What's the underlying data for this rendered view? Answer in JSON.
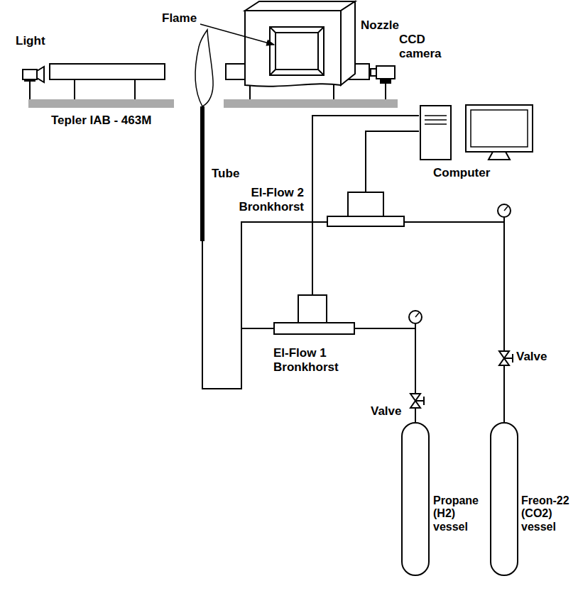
{
  "diagram": {
    "nodes": [
      {
        "text": [
          "Computer"
        ]
      },
      {
        "text": [
          "El-Flow 2 Bronkhorst"
        ]
      },
      {
        "text": [
          "El-Flow 1 Bronkhorst"
        ]
      },
      {
        "text": [
          "Propane (H2) vessel"
        ]
      },
      {
        "text": [
          "Freon-22 (CO2) vessel"
        ]
      }
    ],
    "edges": [
      {
        "from": 0,
        "to": 1,
        "arrow": "none"
      },
      {
        "from": 0,
        "to": 2,
        "arrow": "none"
      },
      {
        "from": 3,
        "to": 2,
        "arrow": "none"
      },
      {
        "from": 4,
        "to": 1,
        "arrow": "none"
      }
    ],
    "labels": [
      "Light",
      "Flame",
      "Nozzle",
      "CCD camera",
      "Tepler IAB - 463M",
      "Tube",
      "Valve",
      "Valve"
    ]
  }
}
